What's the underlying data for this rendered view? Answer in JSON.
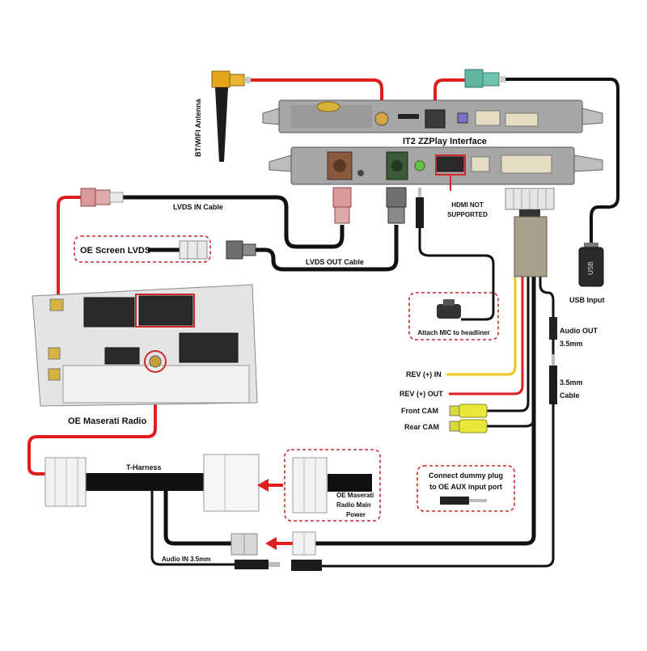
{
  "title": "IT2 ZZPlay Interface",
  "labels": {
    "antenna": "BT/WIFI Antenna",
    "lvds_in": "LVDS IN Cable",
    "lvds_out": "LVDS OUT Cable",
    "oe_screen_lvds": "OE Screen LVDS",
    "hdmi_line1": "HDMI NOT",
    "hdmi_line2": "SUPPORTED",
    "usb_input": "USB Input",
    "usb_text": "USB",
    "mic": "Attach MIC to headliner",
    "audio_out_line1": "Audio OUT",
    "audio_out_line2": "3.5mm",
    "cable_line1": "3.5mm",
    "cable_line2": "Cable",
    "rev_in": "REV (+) IN",
    "rev_out": "REV (+) OUT",
    "front_cam": "Front CAM",
    "rear_cam": "Rear CAM",
    "oe_radio": "OE Maserati Radio",
    "t_harness": "T-Harness",
    "main_power_line1": "OE Maserati",
    "main_power_line2": "Radio Main",
    "main_power_line3": "Power",
    "dummy_line1": "Connect dummy plug",
    "dummy_line2": "to OE AUX input port",
    "audio_in": "Audio IN 3.5mm"
  },
  "colors": {
    "red_wire": "#e01e1e",
    "black_wire": "#111111",
    "yellow_wire": "#f0c419",
    "orange_wire": "#f29a1a",
    "callout_border": "#cc2a2a",
    "pink_connector": "#d9999a",
    "teal_connector": "#5fb5a1",
    "yellow_rca": "#e8e83a",
    "module_gray": "#a6a6a6"
  }
}
